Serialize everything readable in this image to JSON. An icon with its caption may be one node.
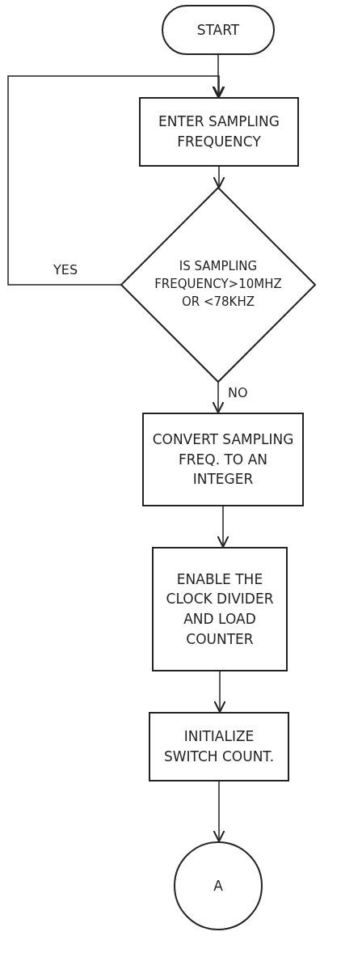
{
  "diagram": {
    "nodes": [
      {
        "text": [
          "START"
        ]
      },
      {
        "text": [
          "ENTER SAMPLING FREQUENCY"
        ]
      },
      {
        "text": [
          "IS SAMPLING FREQUENCY>10MHZ OR <78KHZ"
        ]
      },
      {
        "text": [
          "CONVERT SAMPLING FREQ. TO AN INTEGER"
        ]
      },
      {
        "text": [
          "ENABLE THE CLOCK DIVIDER AND LOAD COUNTER"
        ]
      },
      {
        "text": [
          "INITIALIZE SWITCH COUNT."
        ]
      },
      {
        "text": [
          "A"
        ]
      }
    ],
    "edges": [
      {
        "from": 0,
        "to": 1,
        "arrow": "to"
      },
      {
        "from": 1,
        "to": 2,
        "arrow": "to"
      },
      {
        "from": 2,
        "to": 1,
        "arrow": "to",
        "label": "YES"
      },
      {
        "from": 2,
        "to": 3,
        "arrow": "to",
        "label": "NO"
      },
      {
        "from": 3,
        "to": 4,
        "arrow": "to"
      },
      {
        "from": 4,
        "to": 5,
        "arrow": "to"
      },
      {
        "from": 5,
        "to": 6,
        "arrow": "to"
      }
    ]
  }
}
